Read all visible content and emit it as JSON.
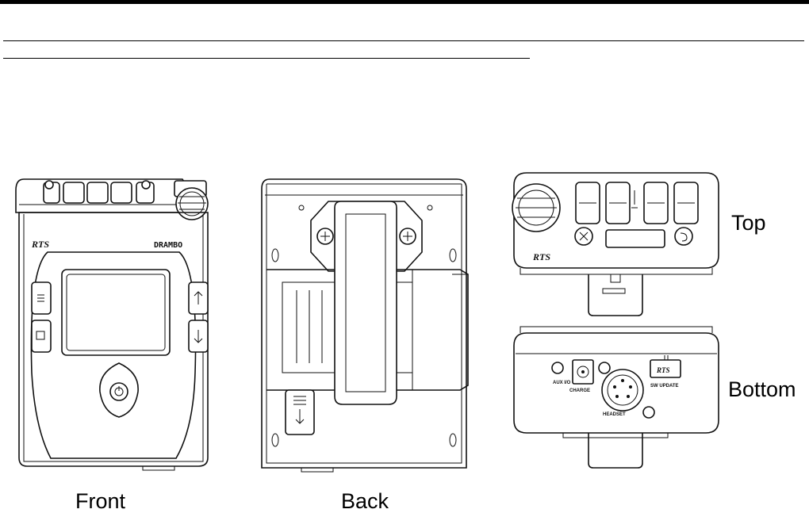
{
  "figure": {
    "views": {
      "front": "Front",
      "back": "Back",
      "top": "Top",
      "bottom": "Bottom"
    },
    "device_text": {
      "brand_front": "RTS",
      "model_front": "DRAMBO",
      "brand_top": "RTS",
      "aux_label": "AUX I/O",
      "charge_label": "CHARGE",
      "headset_label": "HEADSET",
      "sw_update_label": "SW UPDATE",
      "brand_bottom": "RTS"
    }
  }
}
